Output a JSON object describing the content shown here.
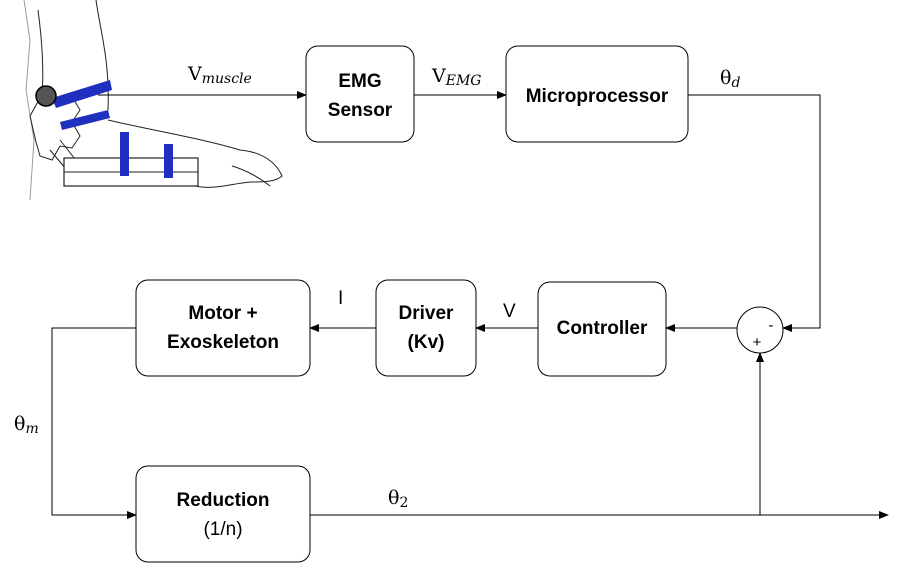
{
  "blocks": {
    "emg": {
      "line1": "EMG",
      "line2": "Sensor"
    },
    "micro": {
      "label": "Microprocessor"
    },
    "controller": {
      "label": "Controller"
    },
    "driver": {
      "line1": "Driver",
      "line2": "(Kv)"
    },
    "motor": {
      "line1": "Motor +",
      "line2": "Exoskeleton"
    },
    "reduction": {
      "line1": "Reduction",
      "line2": "(1/n)"
    }
  },
  "signals": {
    "v_muscle": {
      "base": "V",
      "sub": "muscle"
    },
    "v_emg": {
      "base": "V",
      "sub": "EMG"
    },
    "theta_d": {
      "base": "θ",
      "sub": "d"
    },
    "v": "V",
    "i": "I",
    "theta_m": {
      "base": "θ",
      "sub": "m"
    },
    "theta_2": {
      "base": "θ",
      "sub": "2"
    }
  },
  "summing_junction": {
    "minus": "-",
    "plus": "+"
  },
  "colors": {
    "strap": "#1f2fbf",
    "line": "#000000"
  },
  "illustration": "arm-exoskeleton-sketch"
}
